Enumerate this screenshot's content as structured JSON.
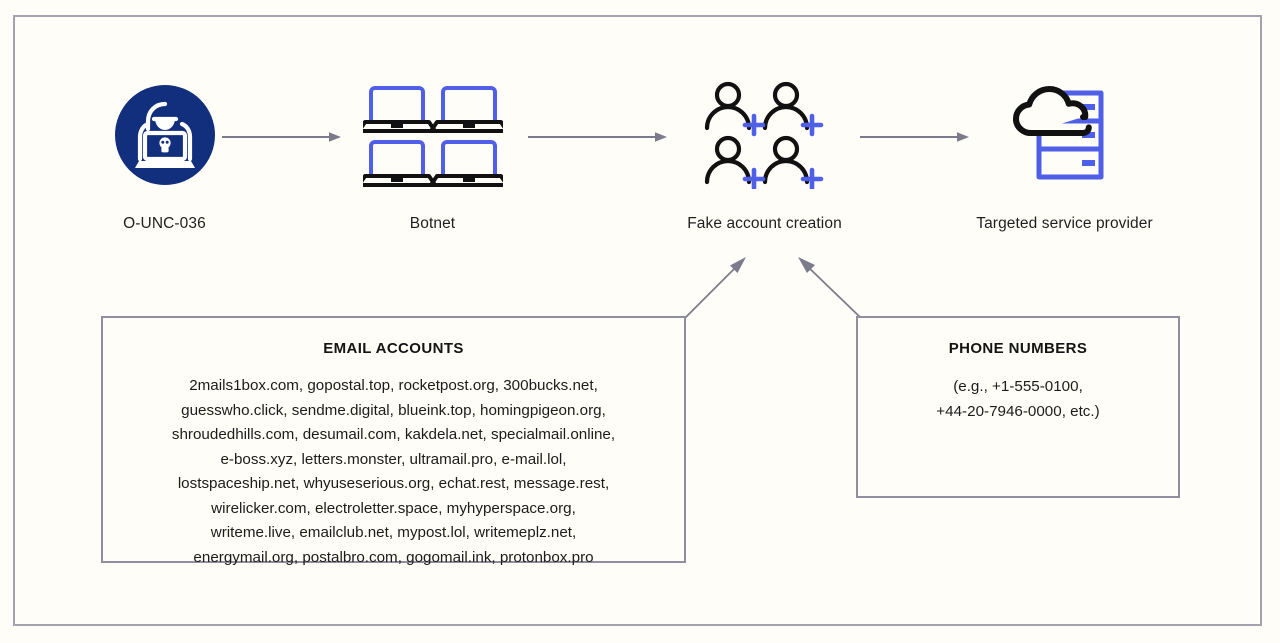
{
  "diagram": {
    "background_color": "#fffdf7",
    "frame_border_color": "#a3a3b0",
    "accent_blue": "#4f5fe8",
    "navy": "#122f7e",
    "arrow_color": "#7b7b8c",
    "nodes": [
      {
        "id": "threat-actor",
        "label": "O-UNC-036",
        "icon": "hacker-circle-icon"
      },
      {
        "id": "botnet",
        "label": "Botnet",
        "icon": "laptops-grid-icon"
      },
      {
        "id": "fake-account-creation",
        "label": "Fake account\ncreation",
        "icon": "add-users-icon"
      },
      {
        "id": "targeted-service-provider",
        "label": "Targeted service\nprovider",
        "icon": "cloud-server-icon"
      }
    ],
    "arrows": [
      {
        "id": "actor-to-botnet",
        "from": "threat-actor",
        "to": "botnet",
        "direction": "right"
      },
      {
        "id": "botnet-to-fake",
        "from": "botnet",
        "to": "fake-account-creation",
        "direction": "right"
      },
      {
        "id": "fake-to-target",
        "from": "fake-account-creation",
        "to": "targeted-service-provider",
        "direction": "right"
      },
      {
        "id": "email-to-fake",
        "from": "email-accounts",
        "to": "fake-account-creation",
        "direction": "up-right"
      },
      {
        "id": "phone-to-fake",
        "from": "phone-numbers",
        "to": "fake-account-creation",
        "direction": "up-left"
      }
    ],
    "boxes": [
      {
        "id": "email-accounts",
        "title": "EMAIL ACCOUNTS",
        "body": "2mails1box.com, gopostal.top, rocketpost.org, 300bucks.net,\nguesswho.click, sendme.digital, blueink.top, homingpigeon.org,\nshroudedhills.com, desumail.com, kakdela.net, specialmail.online,\ne-boss.xyz, letters.monster, ultramail.pro, e-mail.lol,\nlostspaceship.net, whyuseserious.org, echat.rest, message.rest,\nwirelicker.com, electroletter.space, myhyperspace.org,\nwriteme.live, emailclub.net, mypost.lol, writemeplz.net,\nenergymail.org, postalbro.com, gogomail.ink, protonbox.pro",
        "items": [
          "2mails1box.com",
          "gopostal.top",
          "rocketpost.org",
          "300bucks.net",
          "guesswho.click",
          "sendme.digital",
          "blueink.top",
          "homingpigeon.org",
          "shroudedhills.com",
          "desumail.com",
          "kakdela.net",
          "specialmail.online",
          "e-boss.xyz",
          "letters.monster",
          "ultramail.pro",
          "e-mail.lol",
          "lostspaceship.net",
          "whyuseserious.org",
          "echat.rest",
          "message.rest",
          "wirelicker.com",
          "electroletter.space",
          "myhyperspace.org",
          "writeme.live",
          "emailclub.net",
          "mypost.lol",
          "writemeplz.net",
          "energymail.org",
          "postalbro.com",
          "gogomail.ink",
          "protonbox.pro"
        ]
      },
      {
        "id": "phone-numbers",
        "title": "PHONE NUMBERS",
        "body": "(e.g., +1-555-0100,\n+44-20-7946-0000, etc.)",
        "items": [
          "+1-555-0100",
          "+44-20-7946-0000"
        ]
      }
    ]
  }
}
